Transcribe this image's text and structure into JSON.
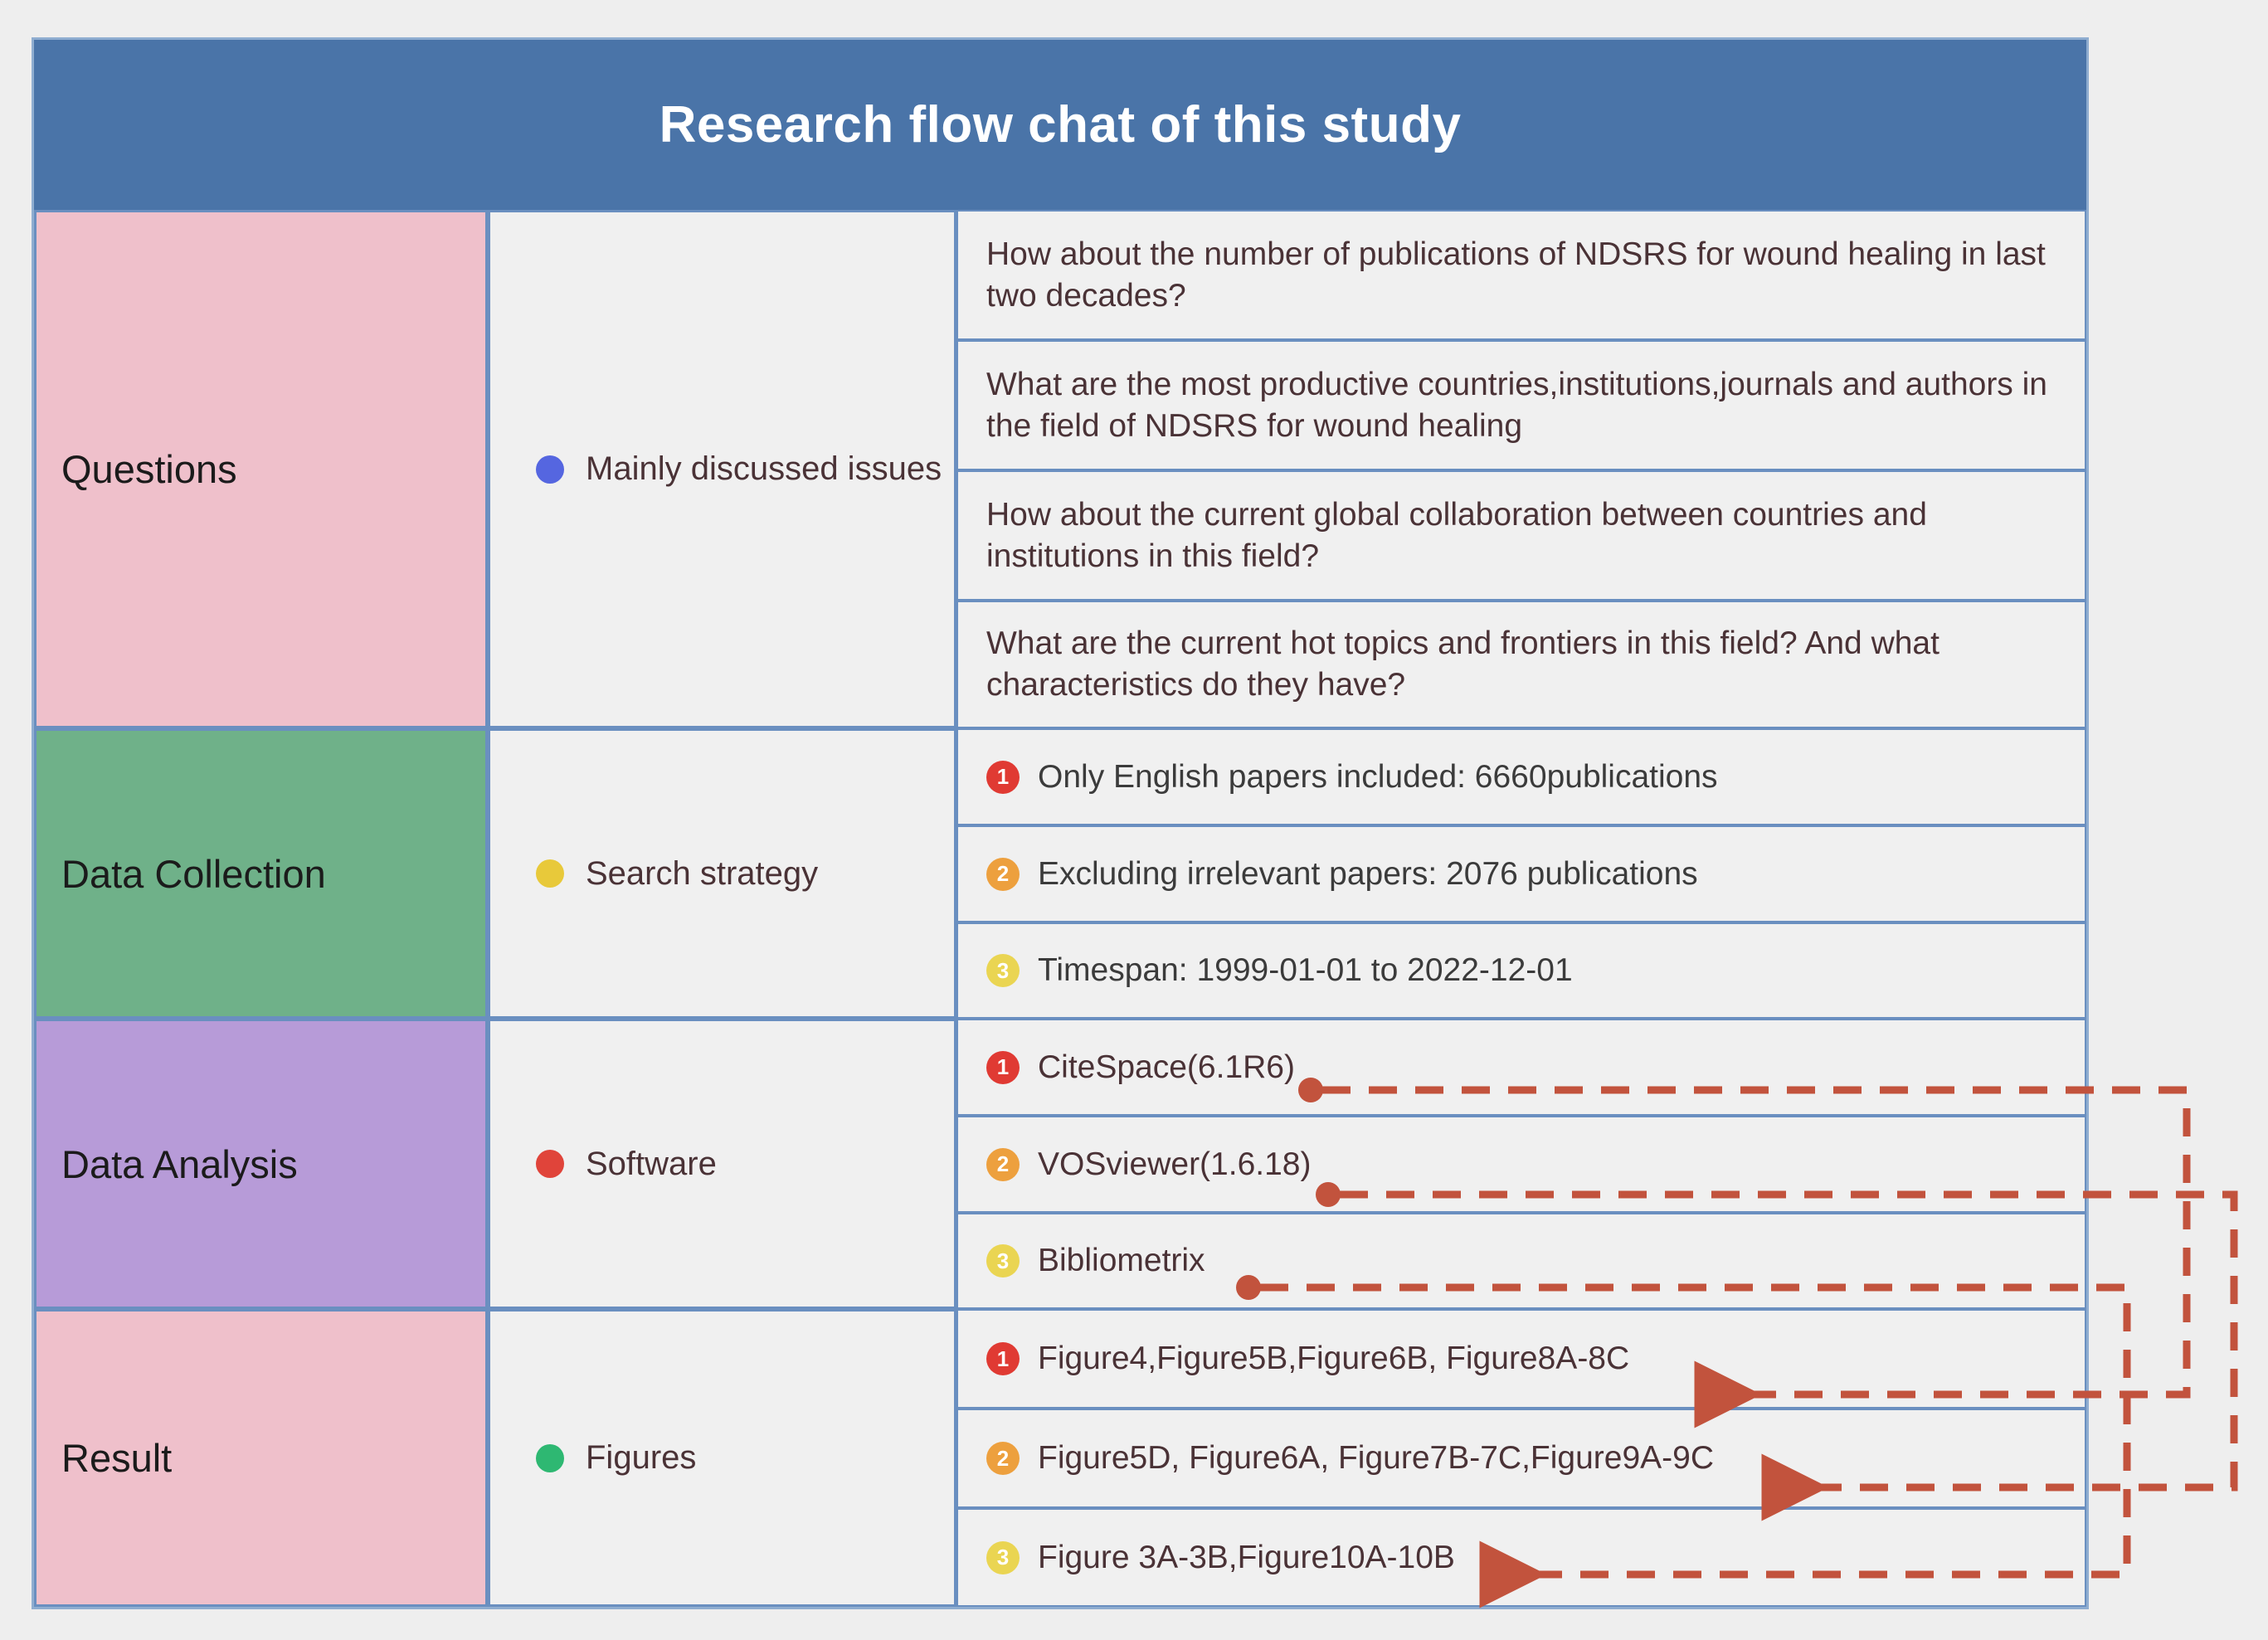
{
  "header": {
    "title": "Research flow chat of this study",
    "bg_color": "#4a74a8"
  },
  "colors": {
    "frame_border": "#8fadd0",
    "cell_border": "#6a8fc0",
    "cell_bg": "#f0f0f0",
    "page_bg": "#eeeeee",
    "stage_questions": "#efc0cb",
    "stage_data_collection": "#6fb189",
    "stage_data_analysis": "#b79bd8",
    "stage_result": "#efc0cb",
    "bullet_blue": "#5566e0",
    "bullet_yellow": "#e8c93a",
    "bullet_red": "#e0443a",
    "bullet_green": "#2eb872",
    "badge_1": "#e03a33",
    "badge_2": "#eda03e",
    "badge_3": "#ead552",
    "connector": "#c2533d"
  },
  "stages": [
    {
      "id": "questions",
      "label": "Questions",
      "bg": "#efc0cb",
      "category_label": "Mainly discussed issues",
      "category_dot_color": "#5566e0",
      "category_dot_name": "blue-dot-icon",
      "items": [
        {
          "badge": "",
          "text": "How about the number of publications of NDSRS  for wound healing in last two decades?"
        },
        {
          "badge": "",
          "text": "What  are the most productive countries,institutions,journals and authors in the field of NDSRS for wound healing"
        },
        {
          "badge": "",
          "text": "How about the current global collaboration  between countries and institutions in this field?"
        },
        {
          "badge": "",
          "text": "What are the current hot topics and frontiers  in this field? And what characteristics do they have?"
        }
      ]
    },
    {
      "id": "data-collection",
      "label": "Data Collection",
      "bg": "#6fb189",
      "category_label": "Search strategy",
      "category_dot_color": "#e8c93a",
      "category_dot_name": "yellow-dot-icon",
      "items": [
        {
          "badge": "1",
          "badge_color": "#e03a33",
          "text": "Only English papers included: 6660publications"
        },
        {
          "badge": "2",
          "badge_color": "#eda03e",
          "text": "Excluding irrelevant papers: 2076 publications"
        },
        {
          "badge": "3",
          "badge_color": "#ead552",
          "text": "Timespan: 1999-01-01 to 2022-12-01"
        }
      ]
    },
    {
      "id": "data-analysis",
      "label": "Data Analysis",
      "bg": "#b79bd8",
      "category_label": "Software",
      "category_dot_color": "#e0443a",
      "category_dot_name": "red-dot-icon",
      "items": [
        {
          "badge": "1",
          "badge_color": "#e03a33",
          "text": "CiteSpace(6.1R6)"
        },
        {
          "badge": "2",
          "badge_color": "#eda03e",
          "text": "VOSviewer(1.6.18)"
        },
        {
          "badge": "3",
          "badge_color": "#ead552",
          "text": "Bibliometrix"
        }
      ]
    },
    {
      "id": "result",
      "label": "Result",
      "bg": "#efc0cb",
      "category_label": "Figures",
      "category_dot_color": "#2eb872",
      "category_dot_name": "green-dot-icon",
      "items": [
        {
          "badge": "1",
          "badge_color": "#e03a33",
          "text": "Figure4,Figure5B,Figure6B,  Figure8A-8C"
        },
        {
          "badge": "2",
          "badge_color": "#eda03e",
          "text": "Figure5D,  Figure6A, Figure7B-7C,Figure9A-9C"
        },
        {
          "badge": "3",
          "badge_color": "#ead552",
          "text": "Figure 3A-3B,Figure10A-10B"
        }
      ]
    }
  ],
  "connectors": [
    {
      "from": "CiteSpace(6.1R6)",
      "to": "Figure4,Figure5B,Figure6B,  Figure8A-8C"
    },
    {
      "from": "VOSviewer(1.6.18)",
      "to": "Figure5D,  Figure6A, Figure7B-7C,Figure9A-9C"
    },
    {
      "from": "Bibliometrix",
      "to": "Figure 3A-3B,Figure10A-10B"
    }
  ]
}
